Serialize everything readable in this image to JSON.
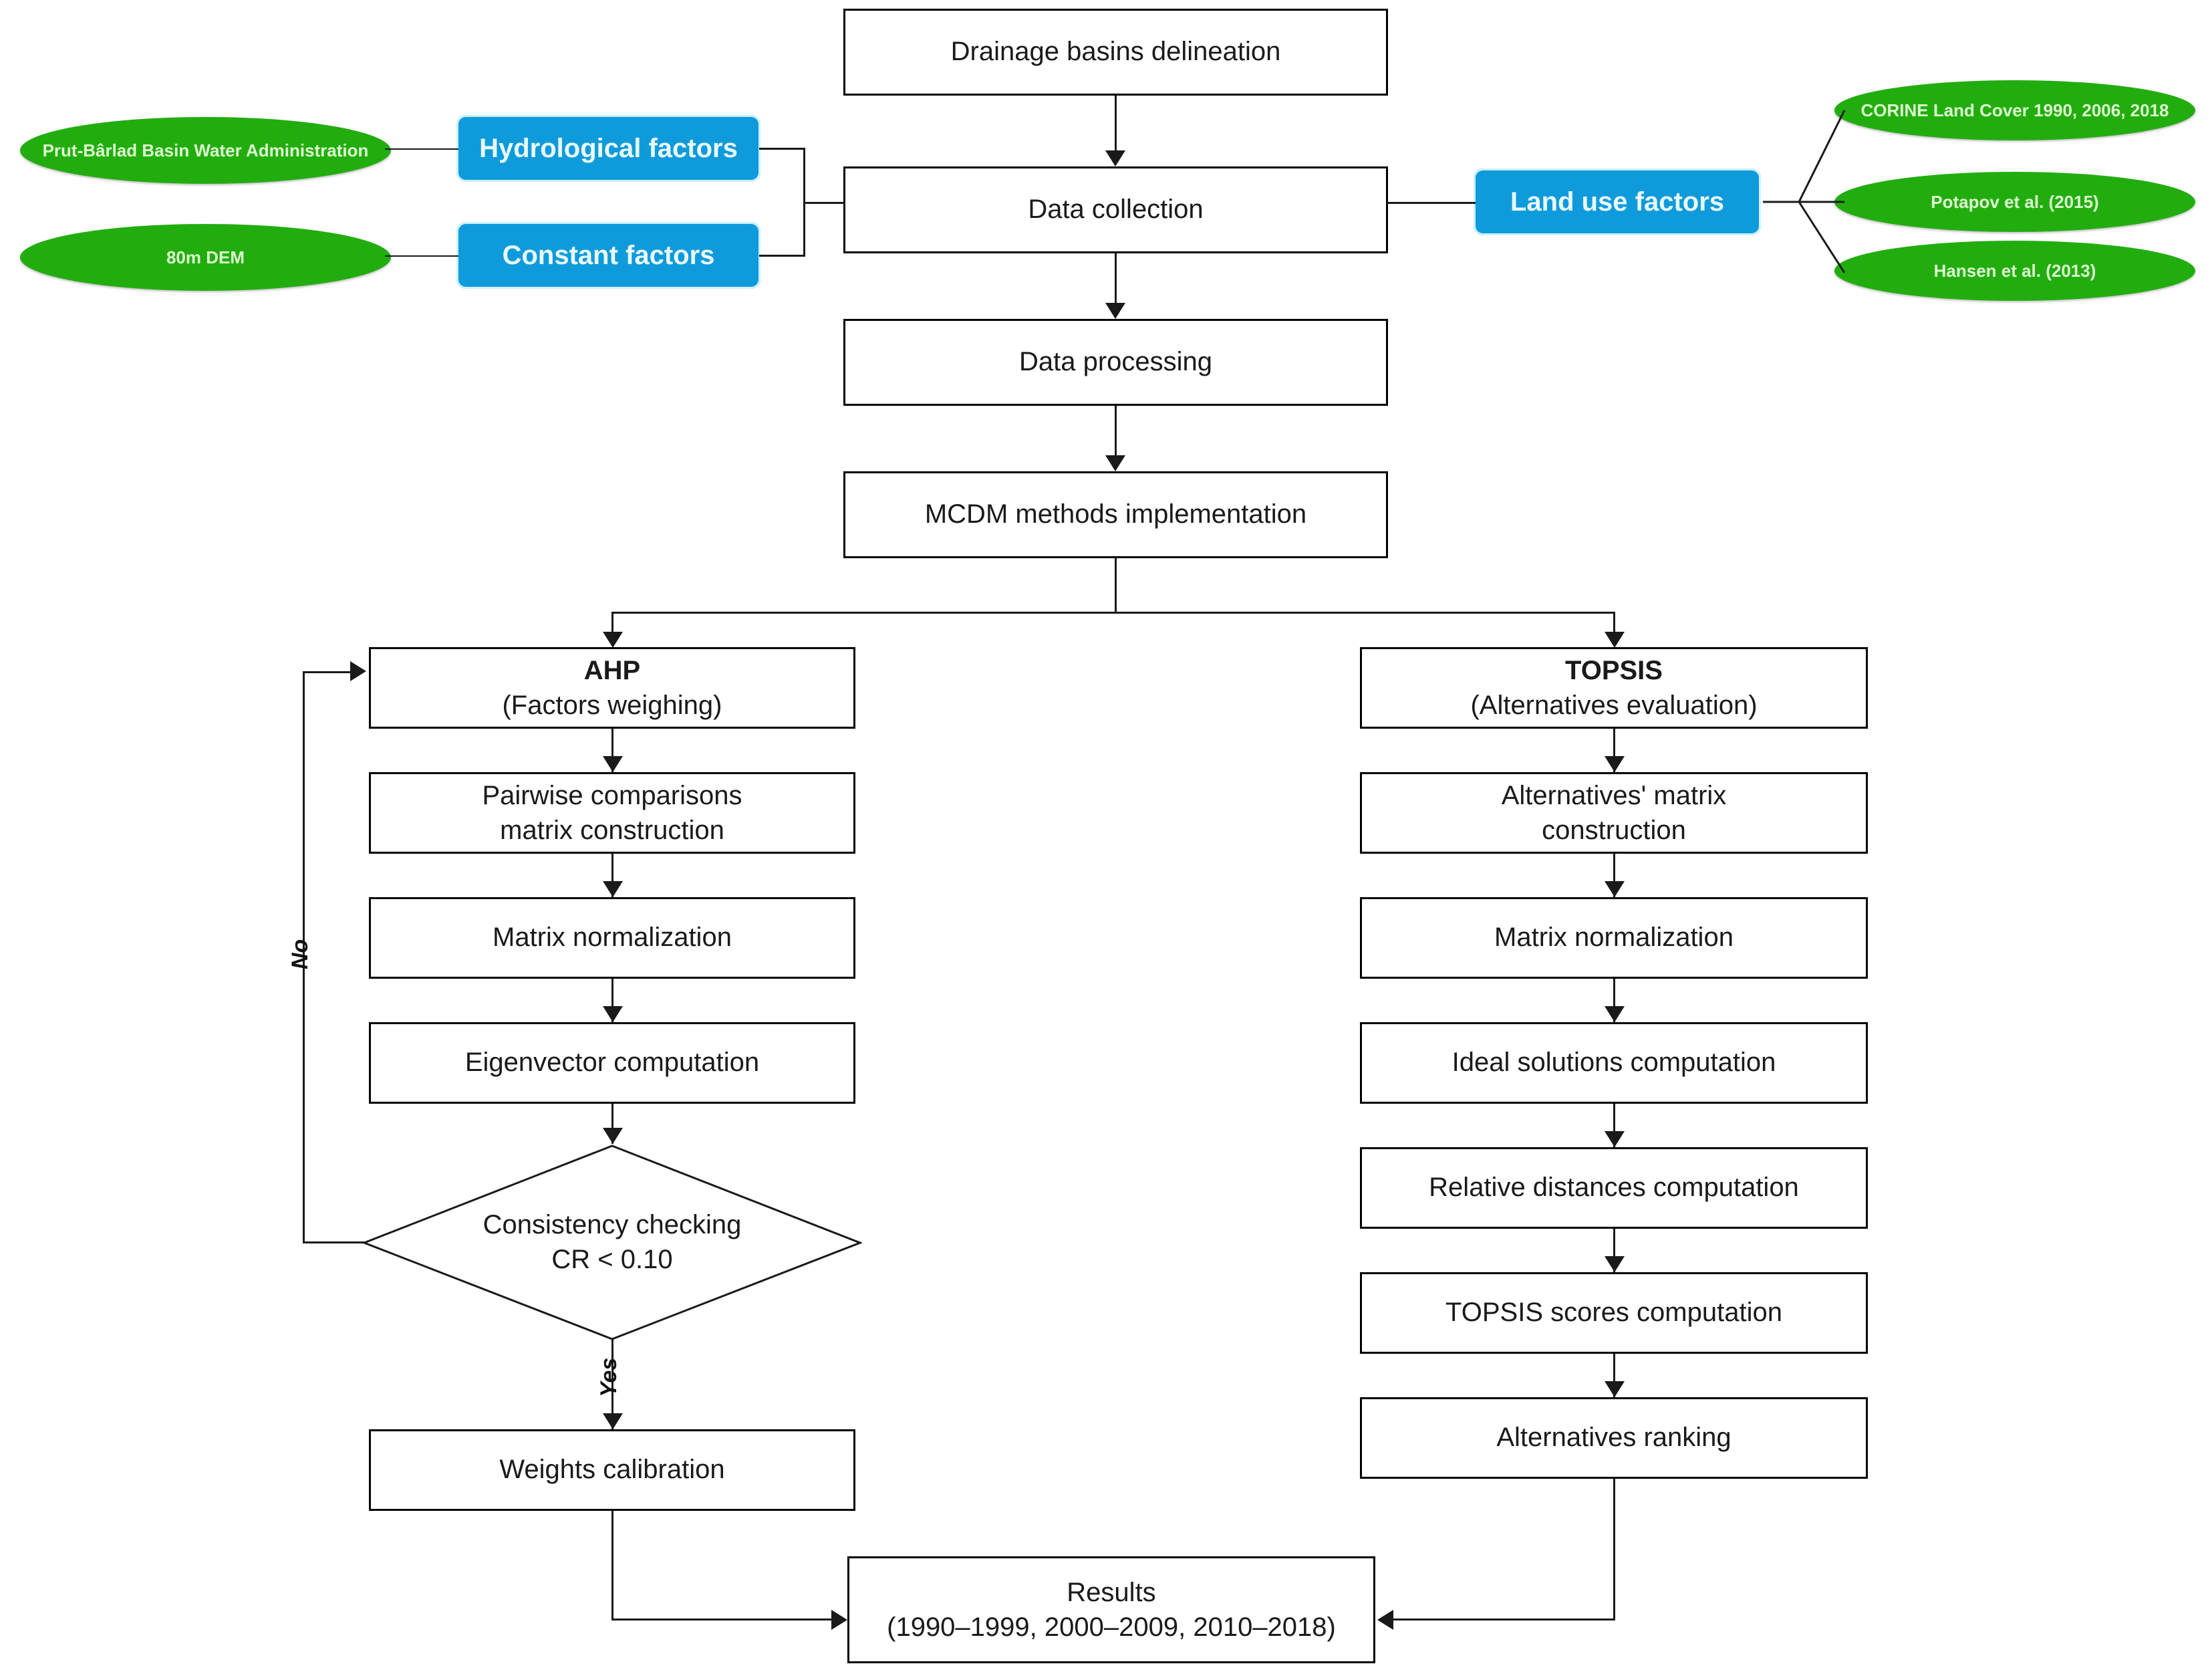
{
  "diagram": {
    "title": "MCDM methodology flowchart",
    "colors": {
      "blue_factor": "#0f9bdb",
      "green_source": "#22ad0f",
      "line": "#1a1a1a",
      "box_fill": "#ffffff",
      "blue_text": "#eafaff",
      "green_text": "#ddfbd0"
    }
  },
  "main_flow": {
    "drainage": "Drainage basins delineation",
    "data_collection": "Data collection",
    "data_processing": "Data processing",
    "mcdm": "MCDM methods implementation"
  },
  "factors": {
    "hydrological": "Hydrological factors",
    "constant": "Constant factors",
    "land_use": "Land use factors"
  },
  "sources": {
    "left": [
      "Prut-Bârlad Basin Water Administration",
      "80m DEM"
    ],
    "right": [
      "CORINE Land Cover 1990, 2006, 2018",
      "Potapov et al. (2015)",
      "Hansen et al. (2013)"
    ]
  },
  "ahp_branch": {
    "header_title": "AHP",
    "header_sub": "(Factors weighing)",
    "steps": [
      "Pairwise comparisons\nmatrix construction",
      "Matrix normalization",
      "Eigenvector computation"
    ],
    "step_1_line1": "Pairwise comparisons",
    "step_1_line2": "matrix construction",
    "step_2": "Matrix normalization",
    "step_3": "Eigenvector computation",
    "decision_line1": "Consistency checking",
    "decision_line2": "CR < 0.10",
    "edge_no": "No",
    "edge_yes": "Yes",
    "final_step": "Weights calibration"
  },
  "topsis_branch": {
    "header_title": "TOPSIS",
    "header_sub": "(Alternatives evaluation)",
    "step_1_line1": "Alternatives' matrix",
    "step_1_line2": "construction",
    "step_2": "Matrix normalization",
    "step_3": "Ideal solutions computation",
    "step_4": "Relative distances computation",
    "step_5": "TOPSIS scores computation",
    "step_6": "Alternatives ranking"
  },
  "results": {
    "line1": "Results",
    "line2": "(1990–1999, 2000–2009, 2010–2018)"
  }
}
